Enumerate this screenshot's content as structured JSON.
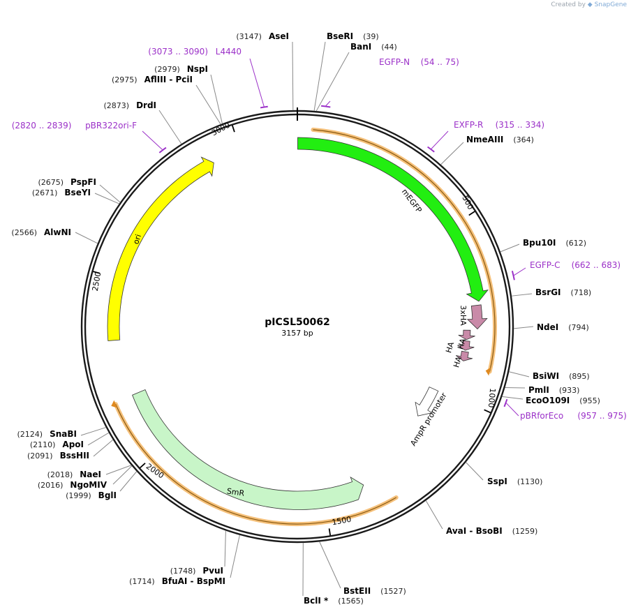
{
  "credit": {
    "prefix": "Created by",
    "brand": "SnapGene"
  },
  "plasmid": {
    "name": "pICSL50062",
    "size_label": "3157 bp",
    "length": 3157
  },
  "colors": {
    "backbone": "#1a1a1a",
    "enzyme_label": "#000000",
    "position_text": "#222222",
    "primer": "#9b30c8",
    "egfp": "#22ee11",
    "ori": "#ffff00",
    "smr": "#c8f5c8",
    "ha_tag": "#c98aa8",
    "promoter": "#ffffff",
    "orange_band": "#f5c07a",
    "leader_line": "#888888"
  },
  "ticks": [
    {
      "label": "500",
      "bp": 500
    },
    {
      "label": "1000",
      "bp": 1000
    },
    {
      "label": "1500",
      "bp": 1500
    },
    {
      "label": "2000",
      "bp": 2000
    },
    {
      "label": "2500",
      "bp": 2500
    },
    {
      "label": "3000",
      "bp": 3000
    }
  ],
  "features": [
    {
      "name": "mEGFP",
      "type": "cds",
      "start": 1,
      "end": 720,
      "color": "#22ee11",
      "label_dir": "ccw"
    },
    {
      "name": "3xHA",
      "type": "tag",
      "start": 730,
      "end": 796,
      "color": "#c98aa8"
    },
    {
      "name": "HA",
      "type": "tag_small",
      "start": 800,
      "end": 828,
      "color": "#c98aa8"
    },
    {
      "name": "HA",
      "type": "tag_small",
      "start": 832,
      "end": 860,
      "color": "#c98aa8"
    },
    {
      "name": "HA",
      "type": "tag_small",
      "start": 864,
      "end": 892,
      "color": "#c98aa8"
    },
    {
      "name": "AmpR promoter",
      "type": "promoter",
      "start": 1005,
      "end": 1110,
      "color": "#ffffff"
    },
    {
      "name": "SmR",
      "type": "cds_rev",
      "start": 1380,
      "end": 2170,
      "color": "#c8f5c8"
    },
    {
      "name": "ori",
      "type": "origin_rev",
      "start": 2330,
      "end": 2920,
      "color": "#ffff00"
    }
  ],
  "bands": [
    {
      "start": 40,
      "end": 905
    },
    {
      "start": 1315,
      "end": 2165
    }
  ],
  "primers": [
    {
      "name": "L4440",
      "range": "(3073 .. 3090)",
      "start": 3073,
      "end": 3090
    },
    {
      "name": "EGFP-N",
      "range": "(54 .. 75)",
      "start": 54,
      "end": 75
    },
    {
      "name": "EXFP-R",
      "range": "(315 .. 334)",
      "start": 315,
      "end": 334
    },
    {
      "name": "EGFP-C",
      "range": "(662 .. 683)",
      "start": 662,
      "end": 683
    },
    {
      "name": "pBRforEco",
      "range": "(957 .. 975)",
      "start": 957,
      "end": 975
    },
    {
      "name": "pBR322ori-F",
      "range": "(2820 .. 2839)",
      "start": 2820,
      "end": 2839
    }
  ],
  "enzymes": [
    {
      "name": "AseI",
      "pos": "(3147)",
      "bp": 3147
    },
    {
      "name": "BseRI",
      "pos": "(39)",
      "bp": 39
    },
    {
      "name": "BanI",
      "pos": "(44)",
      "bp": 44
    },
    {
      "name": "NmeAIII",
      "pos": "(364)",
      "bp": 364
    },
    {
      "name": "Bpu10I",
      "pos": "(612)",
      "bp": 612
    },
    {
      "name": "BsrGI",
      "pos": "(718)",
      "bp": 718
    },
    {
      "name": "NdeI",
      "pos": "(794)",
      "bp": 794
    },
    {
      "name": "BsiWI",
      "pos": "(895)",
      "bp": 895
    },
    {
      "name": "PmlI",
      "pos": "(933)",
      "bp": 933
    },
    {
      "name": "EcoO109I",
      "pos": "(955)",
      "bp": 955
    },
    {
      "name": "SspI",
      "pos": "(1130)",
      "bp": 1130
    },
    {
      "name": "AvaI  - BsoBI",
      "pos": "(1259)",
      "bp": 1259
    },
    {
      "name": "BstEII",
      "pos": "(1527)",
      "bp": 1527
    },
    {
      "name": "BclI *",
      "pos": "(1565)",
      "bp": 1565
    },
    {
      "name": "PvuI",
      "pos": "(1748)",
      "bp": 1748
    },
    {
      "name": "BfuAI  - BspMI",
      "pos": "(1714)",
      "bp": 1714
    },
    {
      "name": "BglI",
      "pos": "(1999)",
      "bp": 1999
    },
    {
      "name": "NgoMIV",
      "pos": "(2016)",
      "bp": 2016
    },
    {
      "name": "NaeI",
      "pos": "(2018)",
      "bp": 2018
    },
    {
      "name": "BssHII",
      "pos": "(2091)",
      "bp": 2091
    },
    {
      "name": "ApoI",
      "pos": "(2110)",
      "bp": 2110
    },
    {
      "name": "SnaBI",
      "pos": "(2124)",
      "bp": 2124
    },
    {
      "name": "AlwNI",
      "pos": "(2566)",
      "bp": 2566
    },
    {
      "name": "BseYI",
      "pos": "(2671)",
      "bp": 2671
    },
    {
      "name": "PspFI",
      "pos": "(2675)",
      "bp": 2675
    },
    {
      "name": "DrdI",
      "pos": "(2873)",
      "bp": 2873
    },
    {
      "name": "AflIII  - PciI",
      "pos": "(2975)",
      "bp": 2975
    },
    {
      "name": "NspI",
      "pos": "(2979)",
      "bp": 2979
    }
  ]
}
